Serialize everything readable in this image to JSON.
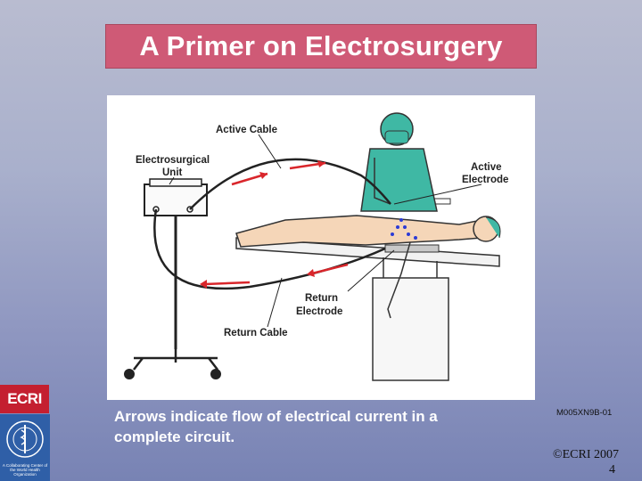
{
  "slide": {
    "title": "A Primer on Electrosurgery",
    "caption": "Arrows indicate flow of electrical current in a complete circuit.",
    "code": "M005XN9B-01",
    "copyright": "©ECRI 2007",
    "page_number": "4"
  },
  "figure": {
    "labels": {
      "active_cable": "Active Cable",
      "esu_line1": "Electrosurgical",
      "esu_line2": "Unit",
      "active_electrode_line1": "Active",
      "active_electrode_line2": "Electrode",
      "return_electrode_line1": "Return",
      "return_electrode_line2": "Electrode",
      "return_cable": "Return Cable"
    },
    "colors": {
      "arrow": "#d9262b",
      "current_dots": "#2b3bd6",
      "surgeon_gown": "#3fb8a4",
      "patient_skin": "#f5d6b8",
      "table": "#f2f2f2"
    }
  },
  "logos": {
    "ecri": "ECRI",
    "who_caption": "A Collaborating Center of the World Health Organization"
  },
  "colors": {
    "title_bg": "#cf5a76",
    "background_top": "#b9bcd0",
    "background_bottom": "#7883b4"
  }
}
